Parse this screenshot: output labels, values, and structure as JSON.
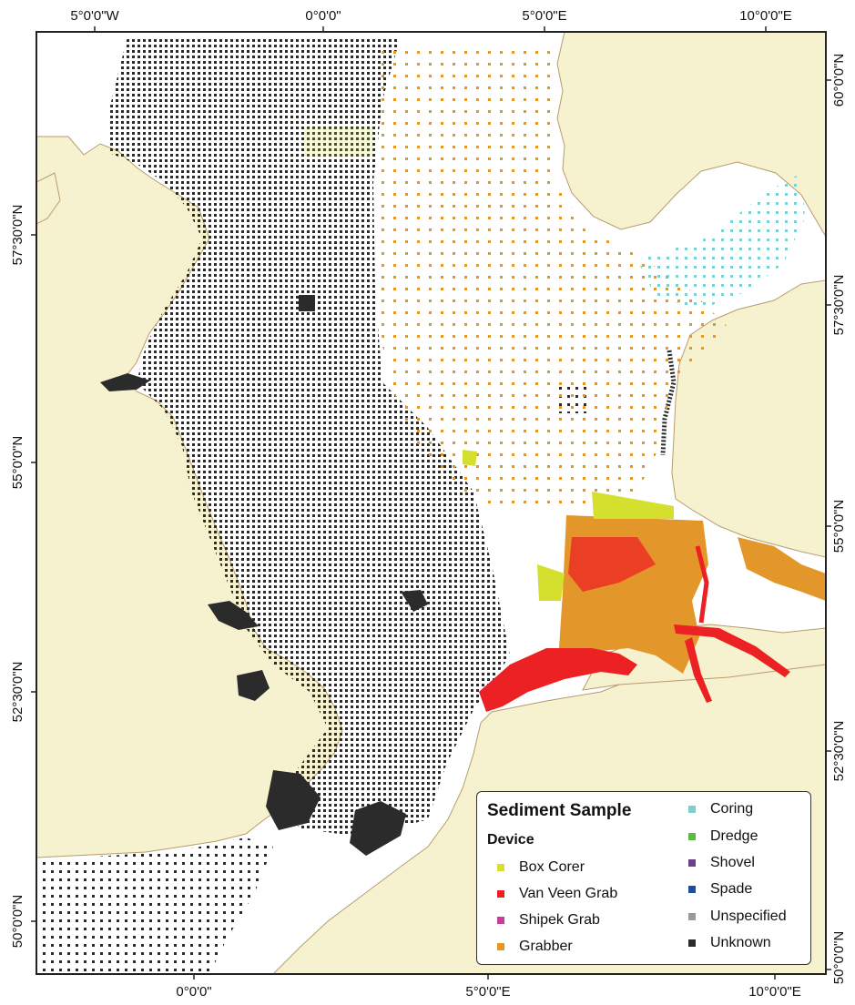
{
  "colors": {
    "land": "#f6f2cf",
    "coast": "#b89b6e",
    "sea": "#ffffff",
    "frame": "#222222",
    "unknown": "#2b2b2b",
    "grabber": "#e3972a",
    "box_corer": "#d4df2e",
    "van_veen_grab": "#ec2124",
    "coring": "#7fcfd0"
  },
  "axes": {
    "top_ticks": [
      "5°0'0\"W",
      "0°0'0\"",
      "5°0'0\"E",
      "10°0'0\"E"
    ],
    "bottom_ticks": [
      "0°0'0\"",
      "5°0'0\"E",
      "10°0'0\"E"
    ],
    "left_ticks": [
      "57°30'0\"N",
      "55°0'0\"N",
      "52°30'0\"N",
      "50°0'0\"N"
    ],
    "right_ticks": [
      "60°0'0\"N",
      "57°30'0\"N",
      "55°0'0\"N",
      "52°30'0\"N",
      "50°0'0\"N"
    ]
  },
  "legend": {
    "title": "Sediment Sample",
    "subtitle": "Device",
    "items": [
      {
        "label": "Box Corer",
        "color": "#d4df2e"
      },
      {
        "label": "Van Veen Grab",
        "color": "#ec2124"
      },
      {
        "label": "Shipek Grab",
        "color": "#c53f99"
      },
      {
        "label": "Grabber",
        "color": "#e3972a"
      },
      {
        "label": "Coring",
        "color": "#7fcfd0"
      },
      {
        "label": "Dredge",
        "color": "#5fb946"
      },
      {
        "label": "Shovel",
        "color": "#6a3f8e"
      },
      {
        "label": "Spade",
        "color": "#1f4e9c"
      },
      {
        "label": "Unspecified",
        "color": "#9a9a9a"
      },
      {
        "label": "Unknown",
        "color": "#2b2b2b"
      }
    ]
  }
}
